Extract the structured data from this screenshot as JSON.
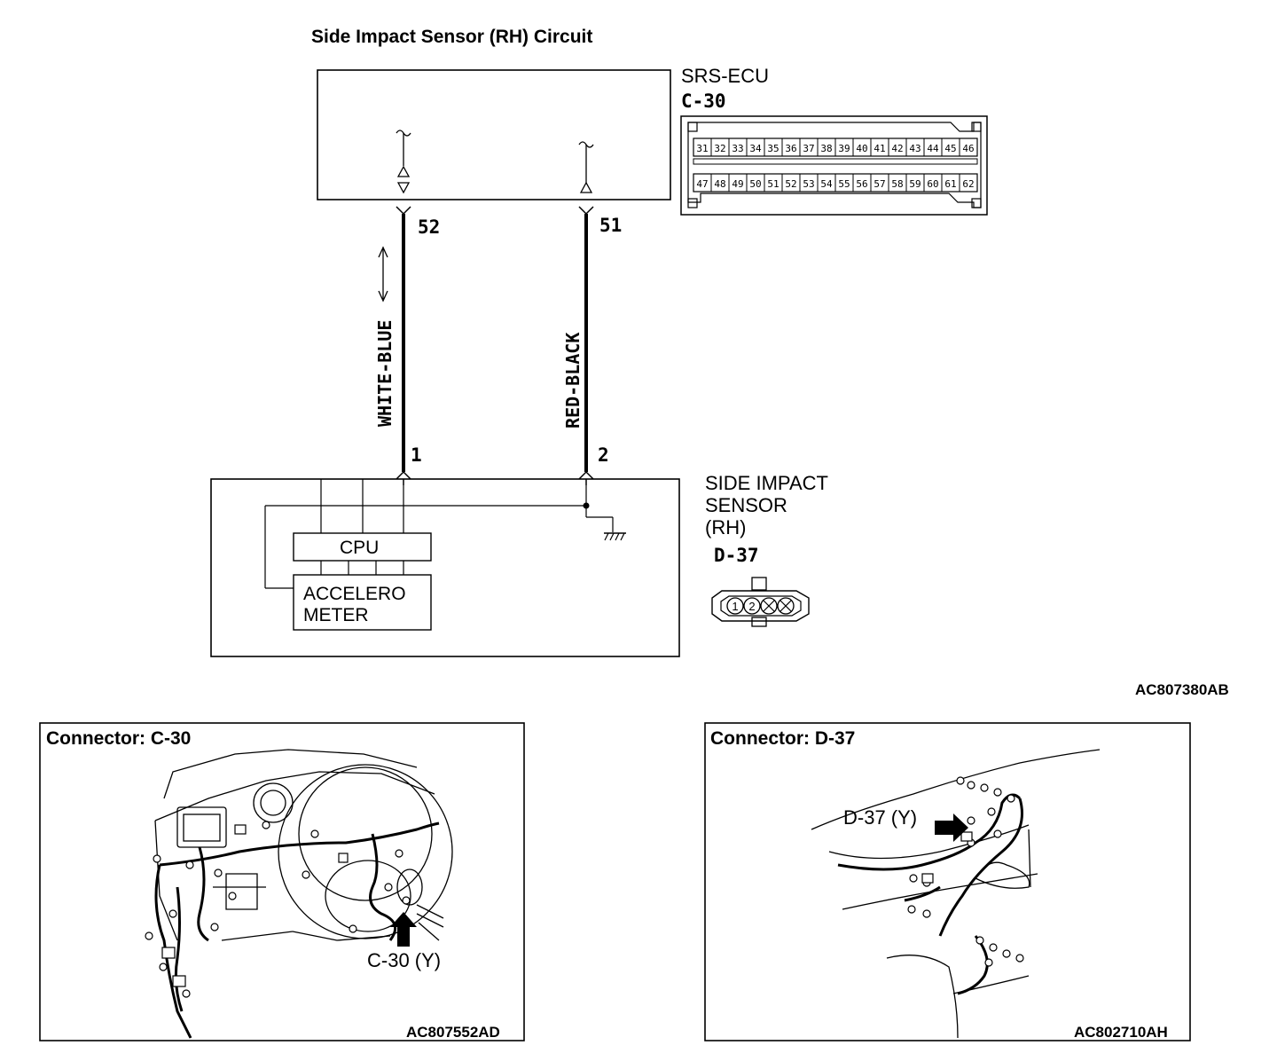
{
  "diagram": {
    "title": "Side Impact Sensor (RH) Circuit",
    "ecu": {
      "name": "SRS-ECU",
      "connector": "C-30",
      "pins_top": [
        "31",
        "32",
        "33",
        "34",
        "35",
        "36",
        "37",
        "38",
        "39",
        "40",
        "41",
        "42",
        "43",
        "44",
        "45",
        "46"
      ],
      "pins_bottom": [
        "47",
        "48",
        "49",
        "50",
        "51",
        "52",
        "53",
        "54",
        "55",
        "56",
        "57",
        "58",
        "59",
        "60",
        "61",
        "62"
      ]
    },
    "wires": [
      {
        "ecu_pin": "52",
        "sensor_pin": "1",
        "color": "WHITE-BLUE"
      },
      {
        "ecu_pin": "51",
        "sensor_pin": "2",
        "color": "RED-BLACK"
      }
    ],
    "sensor": {
      "name_line1": "SIDE IMPACT",
      "name_line2": "SENSOR",
      "name_line3": "(RH)",
      "connector": "D-37",
      "cpu_label": "CPU",
      "accel_line1": "ACCELERO",
      "accel_line2": "METER",
      "connector_pins": [
        "1",
        "2"
      ]
    },
    "figure_code": "AC807380AB"
  },
  "panels": [
    {
      "title": "Connector: C-30",
      "callout": "C-30 (Y)",
      "figure_code": "AC807552AD"
    },
    {
      "title": "Connector: D-37",
      "callout": "D-37 (Y)",
      "figure_code": "AC802710AH"
    }
  ]
}
